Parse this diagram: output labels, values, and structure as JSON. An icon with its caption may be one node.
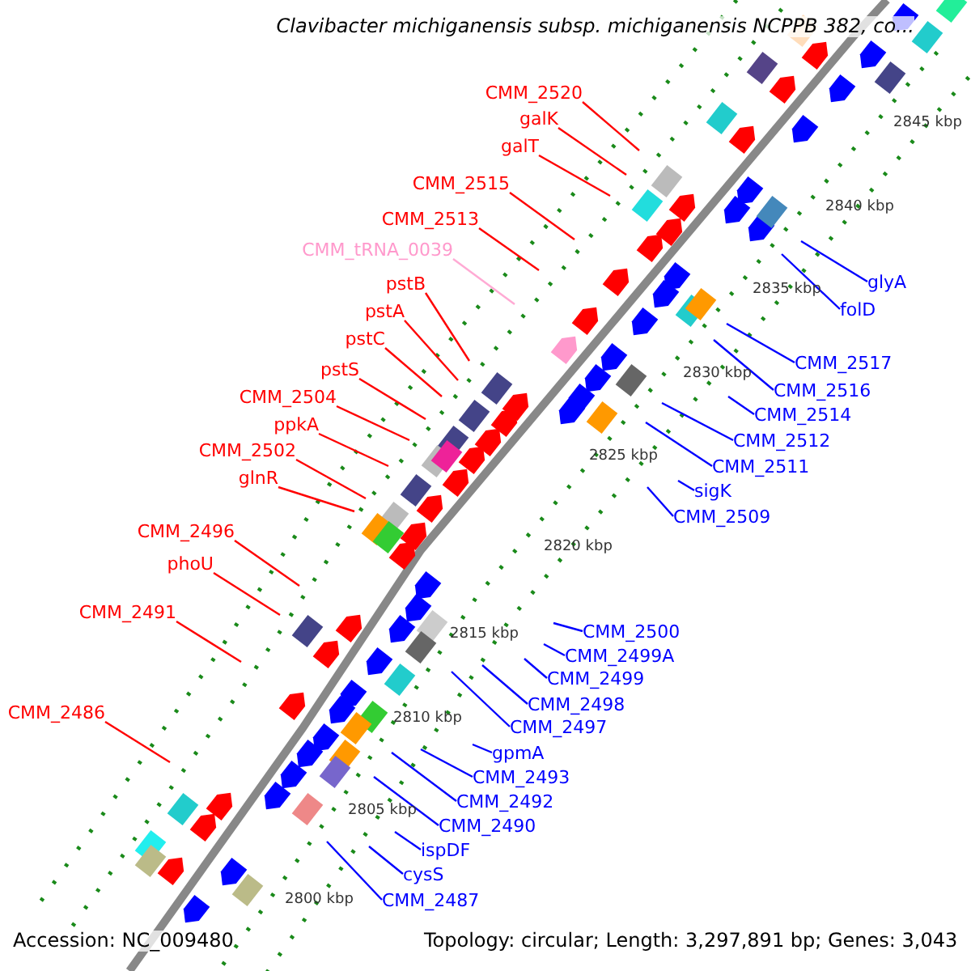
{
  "diagram": {
    "title": "Clavibacter michiganensis subsp. michiganensis NCPPB 382, co...",
    "nodes": [
      {
        "text": [
          "CMM_2520"
        ]
      },
      {
        "text": [
          "galK"
        ]
      },
      {
        "text": [
          "galT"
        ]
      },
      {
        "text": [
          "CMM_2515"
        ]
      },
      {
        "text": [
          "CMM_2513"
        ]
      },
      {
        "text": [
          "CMM_tRNA_0039"
        ]
      },
      {
        "text": [
          "pstB"
        ]
      },
      {
        "text": [
          "pstA"
        ]
      },
      {
        "text": [
          "pstC"
        ]
      },
      {
        "text": [
          "pstS"
        ]
      },
      {
        "text": [
          "CMM_2504"
        ]
      },
      {
        "text": [
          "ppkA"
        ]
      },
      {
        "text": [
          "CMM_2502"
        ]
      },
      {
        "text": [
          "glnR"
        ]
      },
      {
        "text": [
          "CMM_2496"
        ]
      },
      {
        "text": [
          "phoU"
        ]
      },
      {
        "text": [
          "CMM_2491"
        ]
      },
      {
        "text": [
          "CMM_2486"
        ]
      },
      {
        "text": [
          "glyA"
        ]
      },
      {
        "text": [
          "folD"
        ]
      },
      {
        "text": [
          "CMM_2517"
        ]
      },
      {
        "text": [
          "CMM_2516"
        ]
      },
      {
        "text": [
          "CMM_2514"
        ]
      },
      {
        "text": [
          "CMM_2512"
        ]
      },
      {
        "text": [
          "CMM_2511"
        ]
      },
      {
        "text": [
          "sigK"
        ]
      },
      {
        "text": [
          "CMM_2509"
        ]
      },
      {
        "text": [
          "CMM_2500"
        ]
      },
      {
        "text": [
          "CMM_2499A"
        ]
      },
      {
        "text": [
          "CMM_2499"
        ]
      },
      {
        "text": [
          "CMM_2498"
        ]
      },
      {
        "text": [
          "CMM_2497"
        ]
      },
      {
        "text": [
          "gpmA"
        ]
      },
      {
        "text": [
          "CMM_2493"
        ]
      },
      {
        "text": [
          "CMM_2492"
        ]
      },
      {
        "text": [
          "CMM_2490"
        ]
      },
      {
        "text": [
          "ispDF"
        ]
      },
      {
        "text": [
          "cysS"
        ]
      },
      {
        "text": [
          "CMM_2487"
        ]
      }
    ],
    "edges": [
      {
        "from": 0,
        "to": null,
        "arrow": "none",
        "color": "#ff0000"
      },
      {
        "from": 1,
        "to": null,
        "arrow": "none",
        "color": "#ff0000"
      },
      {
        "from": 2,
        "to": null,
        "arrow": "none",
        "color": "#ff0000"
      },
      {
        "from": 3,
        "to": null,
        "arrow": "none",
        "color": "#ff0000"
      },
      {
        "from": 4,
        "to": null,
        "arrow": "none",
        "color": "#ff0000"
      },
      {
        "from": 5,
        "to": null,
        "arrow": "none",
        "color": "#ffaad4"
      },
      {
        "from": 6,
        "to": null,
        "arrow": "none",
        "color": "#ff0000"
      },
      {
        "from": 7,
        "to": null,
        "arrow": "none",
        "color": "#ff0000"
      },
      {
        "from": 8,
        "to": null,
        "arrow": "none",
        "color": "#ff0000"
      },
      {
        "from": 9,
        "to": null,
        "arrow": "none",
        "color": "#ff0000"
      },
      {
        "from": 10,
        "to": null,
        "arrow": "none",
        "color": "#ff0000"
      },
      {
        "from": 11,
        "to": null,
        "arrow": "none",
        "color": "#ff0000"
      },
      {
        "from": 12,
        "to": null,
        "arrow": "none",
        "color": "#ff0000"
      },
      {
        "from": 13,
        "to": null,
        "arrow": "none",
        "color": "#ff0000"
      },
      {
        "from": 14,
        "to": null,
        "arrow": "none",
        "color": "#ff0000"
      },
      {
        "from": 15,
        "to": null,
        "arrow": "none",
        "color": "#ff0000"
      },
      {
        "from": 16,
        "to": null,
        "arrow": "none",
        "color": "#ff0000"
      },
      {
        "from": 17,
        "to": null,
        "arrow": "none",
        "color": "#ff0000"
      },
      {
        "from": 18,
        "to": null,
        "arrow": "none"
      },
      {
        "from": 19,
        "to": null,
        "arrow": "none"
      },
      {
        "from": 20,
        "to": null,
        "arrow": "none"
      },
      {
        "from": 21,
        "to": null,
        "arrow": "none"
      },
      {
        "from": 22,
        "to": null,
        "arrow": "none"
      },
      {
        "from": 23,
        "to": null,
        "arrow": "none"
      },
      {
        "from": 24,
        "to": null,
        "arrow": "none"
      },
      {
        "from": 25,
        "to": null,
        "arrow": "none"
      },
      {
        "from": 26,
        "to": null,
        "arrow": "none"
      },
      {
        "from": 27,
        "to": null,
        "arrow": "none"
      },
      {
        "from": 28,
        "to": null,
        "arrow": "none"
      },
      {
        "from": 29,
        "to": null,
        "arrow": "none"
      },
      {
        "from": 30,
        "to": null,
        "arrow": "none"
      },
      {
        "from": 31,
        "to": null,
        "arrow": "none"
      },
      {
        "from": 32,
        "to": null,
        "arrow": "none"
      },
      {
        "from": 33,
        "to": null,
        "arrow": "none"
      },
      {
        "from": 34,
        "to": null,
        "arrow": "none"
      },
      {
        "from": 35,
        "to": null,
        "arrow": "none"
      },
      {
        "from": 36,
        "to": null,
        "arrow": "none"
      },
      {
        "from": 37,
        "to": null,
        "arrow": "none"
      },
      {
        "from": 38,
        "to": null,
        "arrow": "none"
      }
    ],
    "labels": [
      "2845 kbp",
      "2840 kbp",
      "2835 kbp",
      "2830 kbp",
      "2825 kbp",
      "2820 kbp",
      "2815 kbp",
      "2810 kbp",
      "2805 kbp",
      "2800 kbp",
      "Accession: NC_009480",
      "Topology: circular; Length: 3,297,891 bp; Genes: 3,043"
    ]
  }
}
